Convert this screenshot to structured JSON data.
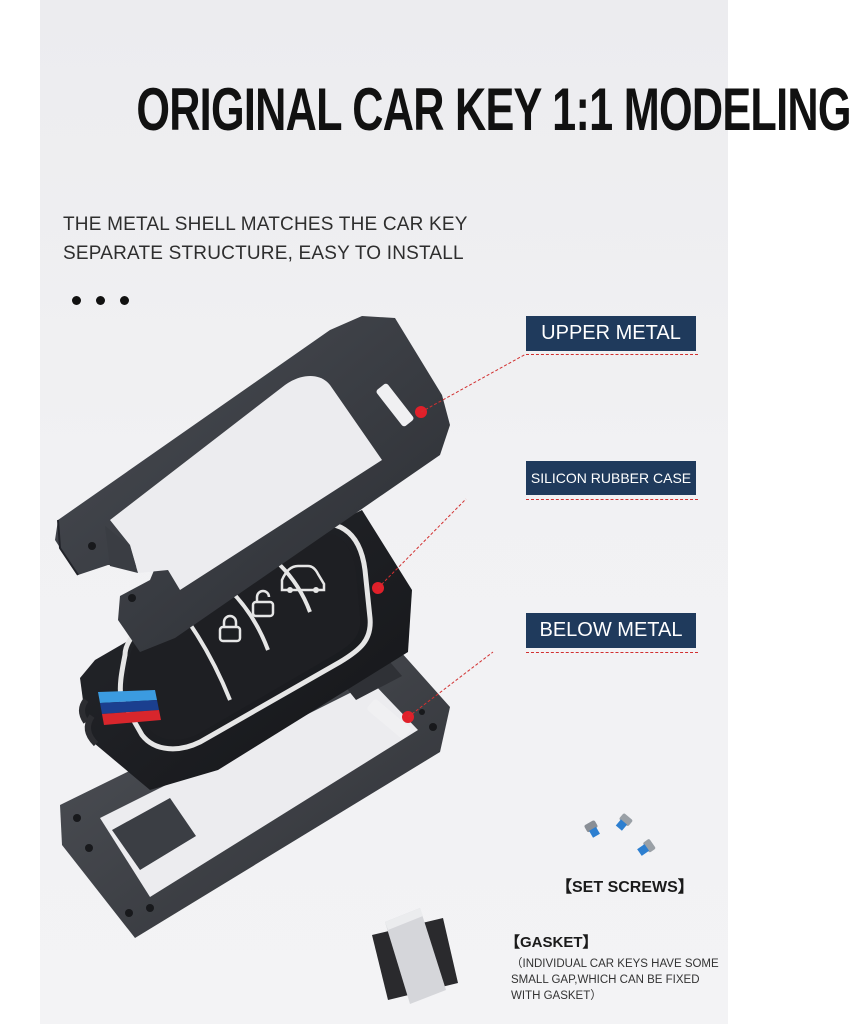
{
  "headline": "ORIGINAL CAR KEY 1:1 MODELING",
  "subtitle_lines": [
    "THE METAL SHELL MATCHES THE CAR KEY",
    "SEPARATE STRUCTURE, EASY TO INSTALL"
  ],
  "callouts": {
    "upper_metal": "UPPER METAL",
    "silicon_case": "SILICON RUBBER CASE",
    "below_metal": "BELOW METAL"
  },
  "accessories": {
    "set_screws": "【SET SCREWS】",
    "gasket_title": "【GASKET】",
    "gasket_note": "（INDIVIDUAL CAR KEYS HAVE SOME SMALL GAP,WHICH CAN BE FIXED WITH GASKET）"
  },
  "colors": {
    "tag_background": "#1f3a5c",
    "callout_line": "#d23030",
    "marker_dot": "#e0202a",
    "metal_shell": "#3b3e44",
    "key_body": "#1b1c20",
    "stripe_light_blue": "#3b9be0",
    "stripe_dark_blue": "#1b3f8f",
    "stripe_red": "#d8262c"
  }
}
